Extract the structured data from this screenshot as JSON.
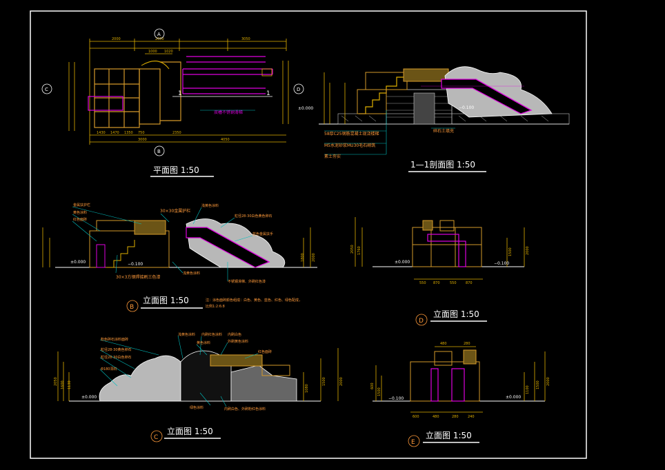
{
  "colors": {
    "background": "#000000",
    "frame": "#ffffff",
    "dimension": "#e0b000",
    "wall": "#d59a2a",
    "handrail": "#e000e0",
    "leader": "#00c0c0",
    "note": "#ff9a3a",
    "rock": "#c8c8c8",
    "title_text": "#ffffff"
  },
  "titles": {
    "plan": "平面图 1:50",
    "section": "1—1剖面图 1:50",
    "elevation_b": "立面图 1:50",
    "elevation_c": "立面图 1:50",
    "elevation_d": "立面图 1:50",
    "elevation_e": "立面图 1:50"
  },
  "markers": {
    "b": "B",
    "c": "C",
    "d": "D",
    "e": "E",
    "plan_a": "A",
    "plan_b": "B",
    "plan_c": "C",
    "plan_d": "D",
    "section_cut_1": "1",
    "section_cut_2": "1"
  },
  "elevation_marks": {
    "section_left": "±0.000",
    "section_right": "−0.100",
    "b_left": "±0.000",
    "b_right": "−0.100",
    "d_left": "±0.000",
    "d_right": "−0.100",
    "c_left": "±0.000",
    "e_left": "−0.100",
    "e_right": "±0.000"
  },
  "plan": {
    "dims_top": [
      "2000",
      "2000",
      "3050"
    ],
    "dims_top_inner": [
      "1000",
      "1020"
    ],
    "dims_bottom": [
      "1430",
      "1470",
      "1350",
      "750",
      "2350"
    ],
    "dims_bottom_total": [
      "3000",
      "4050"
    ],
    "note_slide": "双槽不锈钢滑梯"
  },
  "section": {
    "notes": [
      "58厚C25钢筋混凝土现浇楼梯",
      "M5水泥砂浆MU30毛石砌筑",
      "素土夯实"
    ],
    "fill_note": "碎石土填充"
  },
  "elev_b": {
    "notes_left": [
      "金属扶护栏",
      "黄色涂料",
      "红色面砖"
    ],
    "note_top": "30×30金属护栏",
    "note_paint": "浅黄色涂料",
    "note_stone": "粒径28-30白色黄色卵石",
    "note_rail": "蓝色金属扶手",
    "note_steel": "30×3方钢焊接刷三色漆",
    "note_yellow": "浅黄色涂料",
    "note_slide": "不锈钢滑梯、外刷红色漆",
    "note_colors": "注：涂色面砖颜色组成：白色、黄色、蓝色、红色、绿色配成，",
    "note_ratio": "比例1:2:6:8",
    "dims_right": [
      "1800",
      "2000"
    ]
  },
  "elev_d": {
    "dims_bottom": [
      "550",
      "870",
      "550",
      "870"
    ],
    "dims_left": [
      "2050",
      "1760"
    ],
    "dims_right": [
      "1500",
      "2000"
    ]
  },
  "elev_c": {
    "notes": [
      "粉色碎石涂料面砖",
      "粒径28-30黄色卵石",
      "粒径28-30白色卵石",
      "Φ180洞石"
    ],
    "note_paint_top": "浅黄色涂料",
    "note_red": "内刷红色涂料",
    "note_yellow": "黄色涂料",
    "note_in_a": "内刷白色",
    "note_out_a": "外刷黄色涂料",
    "note_red_tile": "红色面砖",
    "note_bottom_a": "绿色涂料",
    "note_bottom_b": "内刷白色、外刷粉红色涂料",
    "dims_left": [
      "2050",
      "1600",
      "1130"
    ],
    "dims_right": [
      "1080",
      "1500",
      "2000"
    ]
  },
  "elev_e": {
    "dims_top": [
      "480",
      "280"
    ],
    "dims_bottom": [
      "600",
      "480",
      "280",
      "240"
    ],
    "dims_right": [
      "1100",
      "1500",
      "2000"
    ],
    "dims_left": [
      "600",
      "1500"
    ]
  }
}
